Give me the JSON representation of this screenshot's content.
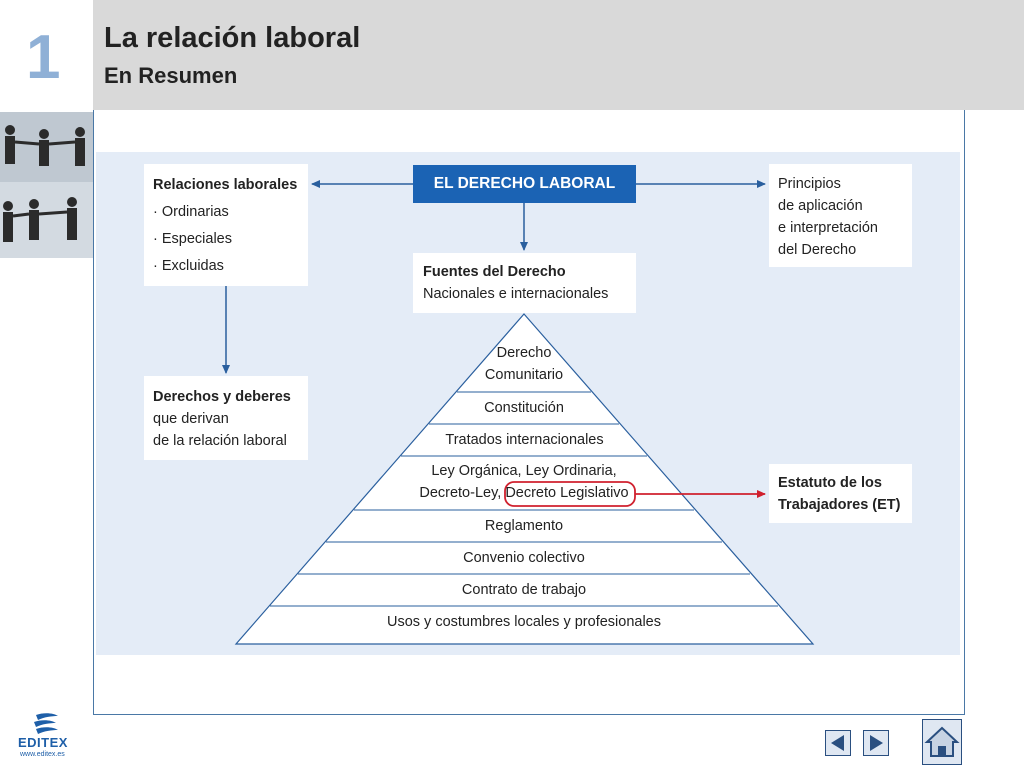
{
  "header": {
    "chapter": "1",
    "title": "La relación laboral",
    "subtitle": "En Resumen"
  },
  "diagram": {
    "center": "EL DERECHO LABORAL",
    "left_top": {
      "title": "Relaciones laborales",
      "items": [
        "· Ordinarias",
        "· Especiales",
        "· Excluidas"
      ]
    },
    "left_bottom": {
      "title": "Derechos y deberes",
      "lines": [
        "que derivan",
        "de la relación laboral"
      ]
    },
    "right_top": {
      "lines": [
        "Principios",
        "de aplicación",
        "e interpretación",
        "del Derecho"
      ]
    },
    "sources": {
      "title": "Fuentes del Derecho",
      "line": "Nacionales e internacionales"
    },
    "pyramid": [
      {
        "line1": "Derecho",
        "line2": "Comunitario"
      },
      {
        "line1": "Constitución"
      },
      {
        "line1": "Tratados internacionales"
      },
      {
        "line1": "Ley Orgánica, Ley Ordinaria,",
        "line2a": "Decreto-Ley,",
        "line2b": "Decreto Legislativo"
      },
      {
        "line1": "Reglamento"
      },
      {
        "line1": "Convenio colectivo"
      },
      {
        "line1": "Contrato de trabajo"
      },
      {
        "line1": "Usos y costumbres locales y profesionales"
      }
    ],
    "right_bottom": {
      "line1": "Estatuto de los",
      "line2": "Trabajadores (ET)"
    },
    "colors": {
      "arrow": "#2a5f9e",
      "highlight": "#d0202e",
      "center_bg": "#1b63b4"
    }
  },
  "footer": {
    "logo": "EDITEX",
    "url": "www.editex.es"
  }
}
